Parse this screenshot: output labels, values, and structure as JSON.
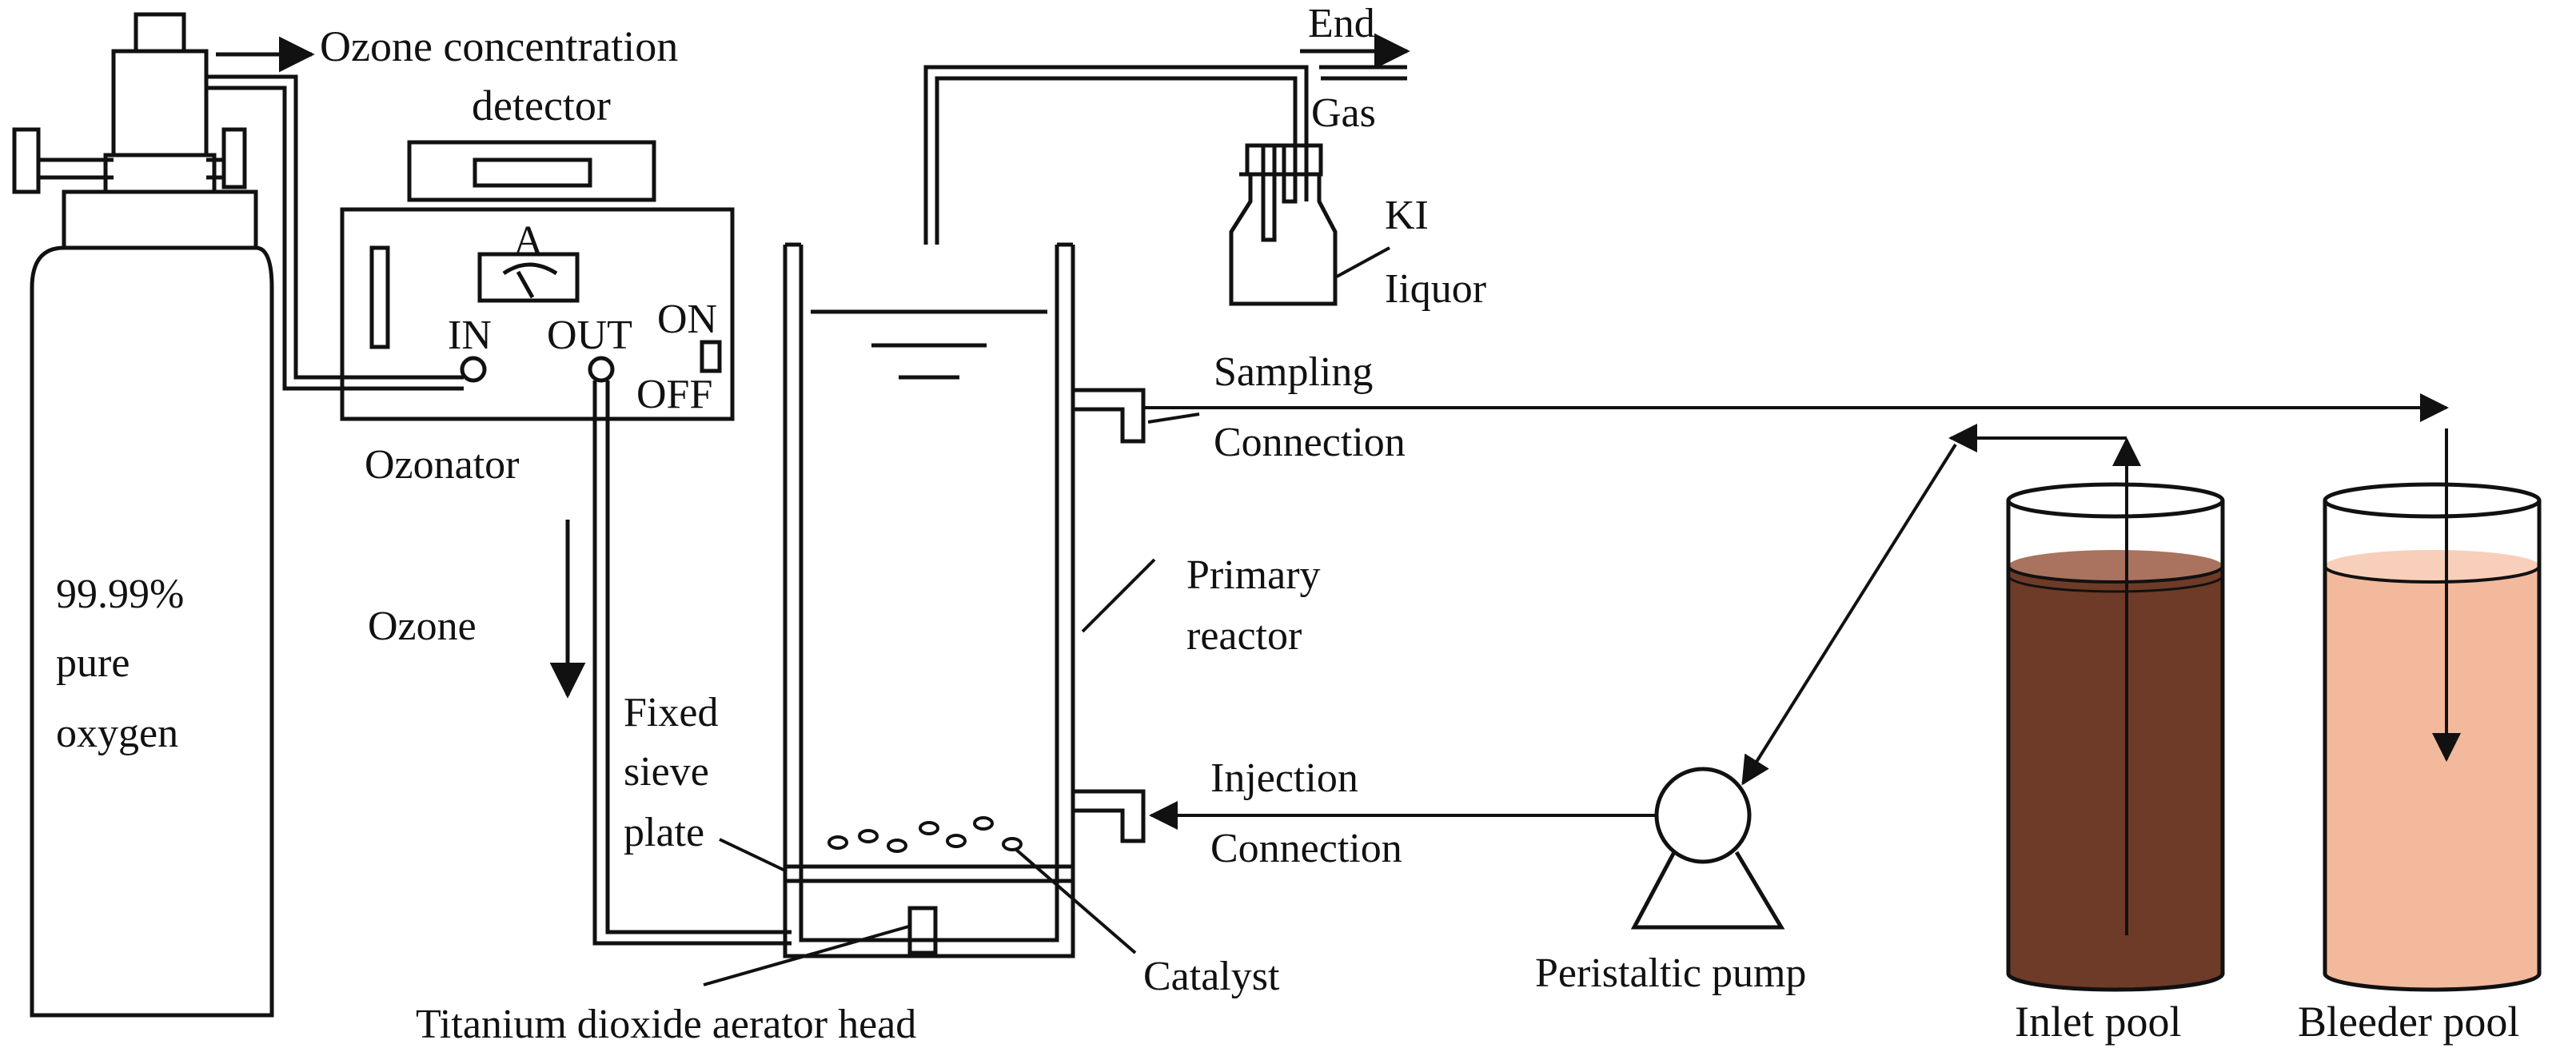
{
  "labels": {
    "ozone_detector_line1": "Ozone concentration",
    "ozone_detector_line2": "detector",
    "meter_a": "A",
    "in": "IN",
    "out": "OUT",
    "on": "ON",
    "off": "OFF",
    "ozonator": "Ozonator",
    "ozone": "Ozone",
    "oxygen_line1": "99.99%",
    "oxygen_line2": "pure",
    "oxygen_line3": "oxygen",
    "end": "End",
    "gas": "Gas",
    "ki": "KI",
    "liquor": "Iiquor",
    "sampling": "Sampling",
    "sampling_connection": "Connection",
    "primary": "Primary",
    "reactor": "reactor",
    "fixed": "Fixed",
    "sieve": "sieve",
    "plate": "plate",
    "injection": "Injection",
    "injection_connection": "Connection",
    "catalyst": "Catalyst",
    "aerator": "Titanium dioxide aerator head",
    "pump": "Peristaltic pump",
    "inlet_pool": "Inlet pool",
    "bleeder_pool": "Bleeder pool"
  },
  "colors": {
    "stroke": "#111111",
    "inlet_liquid": "#6e3b28",
    "inlet_surface": "#a9735f",
    "bleeder_liquid": "#f2b99c",
    "bleeder_surface": "#f7cfba"
  }
}
